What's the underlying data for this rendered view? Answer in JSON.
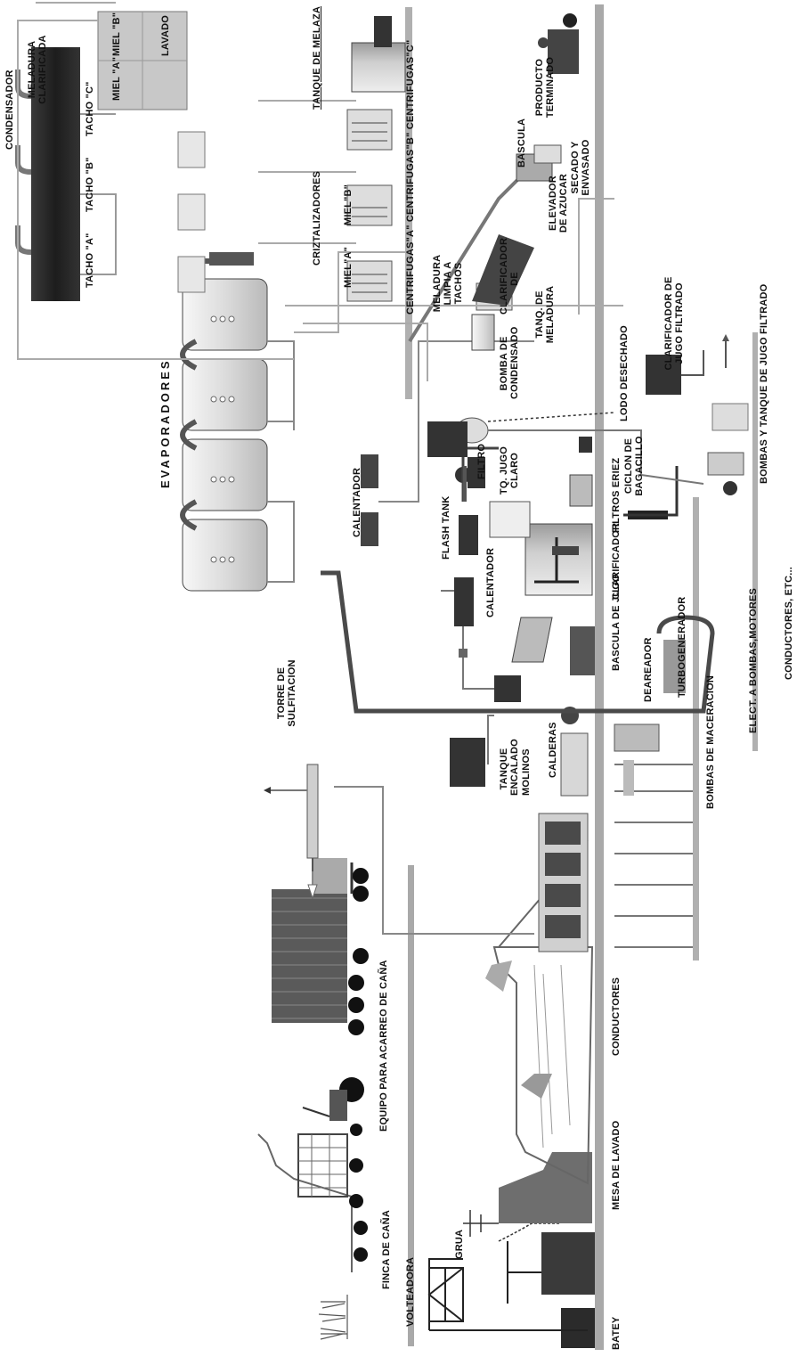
{
  "labels": {
    "batey": "BATEY",
    "volteadora": "VOLTEADORA",
    "grua": "GRUA",
    "finca": "FINCA DE CAÑA",
    "mesa": "MESA DE LAVADO",
    "equipo": "EQUIPO PARA  ACARREO DE CAÑA",
    "conductores": "CONDUCTORES",
    "molinos": "MOLINOS",
    "bombas_maceracion": "BOMBAS DE MACERACION",
    "torre": "TORRE DE SULFITACION",
    "tanque_encalado": "TANQUE ENCALADO",
    "calderas": "CALDERAS",
    "deareador": "DEAREADOR",
    "turbogenerador": "TURBOGENERADOR",
    "elect": "ELECT. A BOMBAS,MOTORES",
    "conductores_etc": "CONDUCTORES, ETC...",
    "bascula_jugo": "BASCULA DE JUGO",
    "calentador_1": "CALENTADOR",
    "flash_tank": "FLASH TANK",
    "clarificador": "CLARIFICADOR",
    "tq_jugo_claro": "TQ. JUGO CLARO",
    "filtros_eriez": "FILTROS ERIEZ",
    "ciclon": "CICLON DE BAGACILLO",
    "filtro": "FILTRO",
    "bombas_tanque": "BOMBAS  Y TANQUE DE JUGO FILTRADO",
    "lodo": "LODO DESECHADO",
    "clarificador_jugo": "CLARIFICADOR DE JUGO FILTRADO",
    "bomba_condensado": "BOMBA DE CONDENSADO",
    "evaporadores": "EVAPORADORES",
    "calentador_2": "CALENTADOR",
    "tanq_meladura": "TANQ. DE MELADURA",
    "clarificador_de": "CLARIFICADOR DE",
    "meladura_limpia": "MELADURA LIMPIA A TACHOS",
    "elevador": "ELEVADOR  DE AZUCAR",
    "secado": "SECADO Y ENVASADO",
    "bascula": "BASCULA",
    "producto": "PRODUCTO TERMINADO",
    "centrifugas": "CENTRIFUGAS\"A\"  CENTRIFUGAS\"B\"  CENTRIFUGAS\"C\"",
    "tanque_melaza": "TANQUE DE MELAZA",
    "miel_a": "MIEL\"A\"",
    "miel_b": "MIEL\"B\"",
    "criztalizadores": "CRIZTALIZADORES",
    "tacho_a": "TACHO \"A\"",
    "tacho_b": "TACHO \"B\"",
    "tacho_c": "TACHO \"C\"",
    "condensador": "CONDENSADOR",
    "meladura_clarificada": "MELADURA CLARIFICADA",
    "miel_a_box": "MIEL \"A\"",
    "miel_b_box": "MIEL \"B\"",
    "lavado": "LAVADO"
  },
  "colors": {
    "ink": "#111111",
    "steel": "#9a9a9a",
    "rail": "#a9a9a9",
    "pipe": "#bbbbbb",
    "dark_pipe": "#4a4a4a",
    "vessel": "#e6e6e6",
    "tacho": "#2a2a2a",
    "box": "#c8c8c8"
  }
}
